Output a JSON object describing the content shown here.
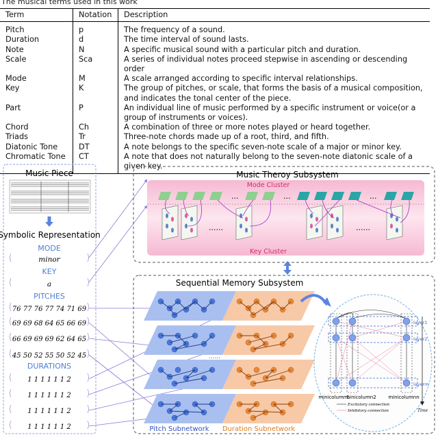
{
  "table": {
    "caption": "The musical terms used in this work",
    "headers": [
      "Term",
      "Notation",
      "Description"
    ],
    "rows": [
      {
        "term": "Pitch",
        "notation": "p",
        "description": "The frequency of a sound."
      },
      {
        "term": "Duration",
        "notation": "d",
        "description": "The time interval of sound lasts."
      },
      {
        "term": "Note",
        "notation": "N",
        "description": "A specific musical sound with a particular pitch and duration."
      },
      {
        "term": "Scale",
        "notation": "Sca",
        "description": "A series of individual notes proceed stepwise in ascending or descending order"
      },
      {
        "term": "Mode",
        "notation": "M",
        "description": "A scale arranged according to specific interval relationships."
      },
      {
        "term": "Key",
        "notation": "K",
        "description": "The group of pitches, or scale, that forms the basis of a musical composition, and indicates the tonal center of the piece."
      },
      {
        "term": "Part",
        "notation": "P",
        "description": "An individual line of music performed by a specific instrument or voice(or a group of instruments or voices)."
      },
      {
        "term": "Chord",
        "notation": "Ch",
        "description": "A combination of three or more notes played or heard together."
      },
      {
        "term": "Triads",
        "notation": "Tr",
        "description": "Three-note chords made up of a root, third, and fifth."
      },
      {
        "term": "Diatonic Tone",
        "notation": "DT",
        "description": "A note belongs to the specific seven-note scale of a major or minor key."
      },
      {
        "term": "Chromatic Tone",
        "notation": "CT",
        "description": "A note that does not naturally belong to the seven-note diatonic scale of a given key."
      }
    ]
  },
  "figure": {
    "music_piece_title": "Music Piece",
    "symbolic_title": "Symbolic Representation",
    "mode_label": "MODE",
    "mode_value": "minor",
    "key_label": "KEY",
    "key_value": "a",
    "pitches_label": "PITCHES",
    "pitch_rows": [
      "76 77 76 77 74 71 69",
      "69 69 68 64 65 66 69",
      "66 69 69 69 62 64 65",
      "45 50 52 55 50 52 45"
    ],
    "durations_label": "DURATIONS",
    "duration_rows": [
      "1 1 1 1 1 1 2",
      "1 1 1 1 1 1 2",
      "1 1 1 1 1 1 2",
      "1 1 1 1 1 1 2"
    ],
    "theory_title": "Music Theroy Subsystem",
    "mode_cluster": "Mode Cluster",
    "key_cluster": "Key Cluster",
    "ellipsis": "...",
    "dots": "......",
    "memory_title": "Sequential Memory Subsystem",
    "pitch_subnetwork": "Pitch Subnetwork",
    "duration_subnetwork": "Duration Subnetwork",
    "layer1": "layer1",
    "layer2": "layer2",
    "layerm": "layerm",
    "minicolumn1": "minicolumn1",
    "minicolumn2": "minicolumn2",
    "minicolumnn": "minicolumnn",
    "excitatory": "Excitatory connection",
    "inhibitory": "Inhibitory connection",
    "time": "Time",
    "colors": {
      "blue_net": "#a9bff0",
      "orange_net": "#f7c9a7",
      "pitch_text": "#3050c0",
      "duration_text": "#e07a20",
      "mode_green": "#8fcf8f",
      "key_teal": "#2aa6a6",
      "cluster_pink": "#f8cfe0",
      "label_blue": "#4d7ed6"
    }
  }
}
